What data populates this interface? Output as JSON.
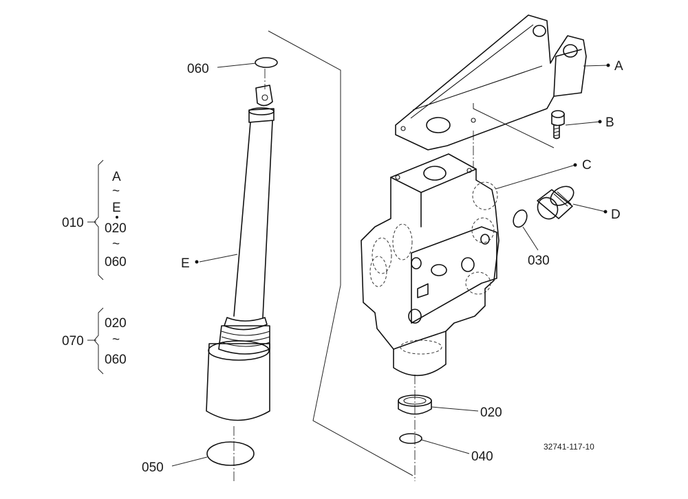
{
  "drawing_number": "32741-117-10",
  "callouts": {
    "A": "A",
    "B": "B",
    "C": "C",
    "D": "D",
    "E": "E",
    "p030": "030",
    "p020": "020",
    "p040": "040",
    "p050": "050",
    "p060": "060"
  },
  "groups": {
    "g010": {
      "label": "010",
      "items": [
        "A",
        "~",
        "E",
        "020",
        "~",
        "060"
      ]
    },
    "g070": {
      "label": "070",
      "items": [
        "020",
        "~",
        "060"
      ]
    }
  }
}
